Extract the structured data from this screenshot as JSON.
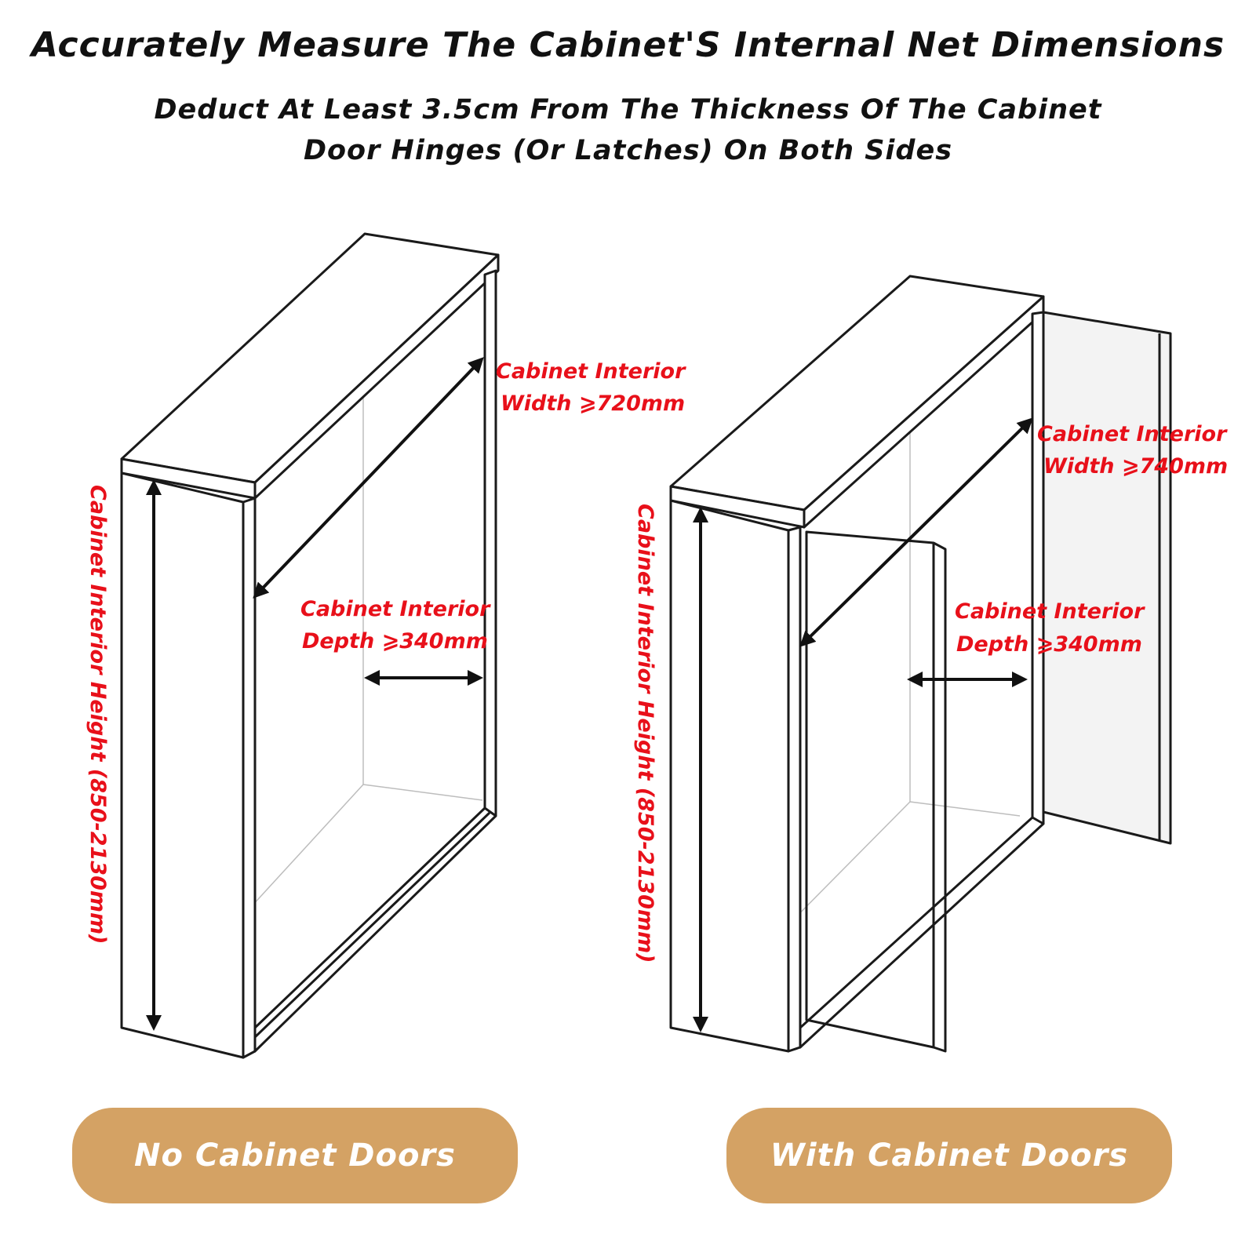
{
  "header": {
    "title": "Accurately Measure The Cabinet'S Internal Net Dimensions",
    "subtitle_line1": "Deduct At Least 3.5cm From The Thickness Of The Cabinet",
    "subtitle_line2": "Door Hinges (Or Latches) On Both Sides"
  },
  "left_diagram": {
    "width_label_line1": "Cabinet Interior",
    "width_label_line2": "Width ⩾720mm",
    "depth_label_line1": "Cabinet Interior",
    "depth_label_line2": "Depth  ⩾340mm",
    "height_label": "Cabinet Interior Height (850-2130mm)",
    "caption": "No Cabinet Doors"
  },
  "right_diagram": {
    "width_label_line1": "Cabinet Interior",
    "width_label_line2": "Width ⩾740mm",
    "depth_label_line1": "Cabinet Interior",
    "depth_label_line2": "Depth  ⩾340mm",
    "height_label": "Cabinet Interior Height (850-2130mm)",
    "caption": "With Cabinet Doors"
  },
  "colors": {
    "label_red": "#e8101a",
    "pill_tan": "#d4a264",
    "line_dark": "#1a1a1a"
  }
}
